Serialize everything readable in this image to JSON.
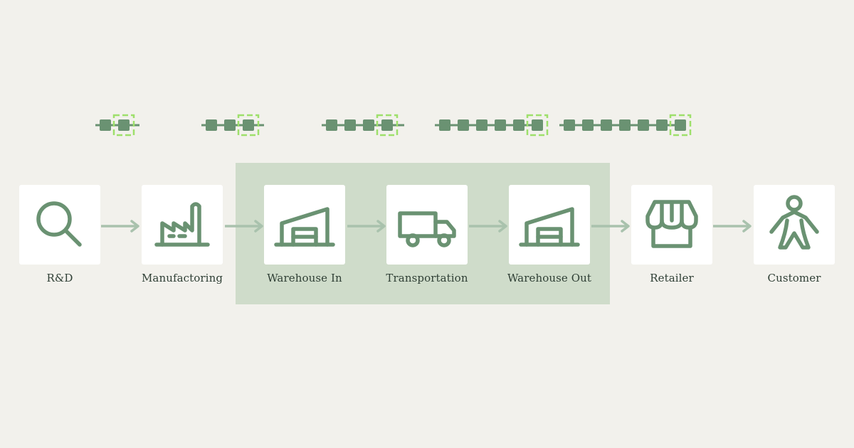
{
  "diagram": {
    "stages": [
      {
        "id": "rnd",
        "label": "R&D",
        "icon": "magnifier-icon"
      },
      {
        "id": "manufacturing",
        "label": "Manufactoring",
        "icon": "factory-icon"
      },
      {
        "id": "warehouse-in",
        "label": "Warehouse In",
        "icon": "warehouse-icon"
      },
      {
        "id": "transportation",
        "label": "Transportation",
        "icon": "truck-icon"
      },
      {
        "id": "warehouse-out",
        "label": "Warehouse Out",
        "icon": "warehouse-icon"
      },
      {
        "id": "retailer",
        "label": "Retailer",
        "icon": "storefront-icon"
      },
      {
        "id": "customer",
        "label": "Customer",
        "icon": "person-icon"
      }
    ],
    "chains": [
      {
        "blocks": 2
      },
      {
        "blocks": 3
      },
      {
        "blocks": 4
      },
      {
        "blocks": 6
      },
      {
        "blocks": 7
      }
    ],
    "highlighted_stages": [
      "Warehouse In",
      "Transportation",
      "Warehouse Out"
    ],
    "colors": {
      "background": "#f2f1ec",
      "highlight": "#cfdcca",
      "icon": "#6a9272",
      "arrow": "#a9c2ad",
      "block": "#6a9272",
      "new_block_frame": "#9ee06b",
      "label": "#2f3f35"
    }
  }
}
